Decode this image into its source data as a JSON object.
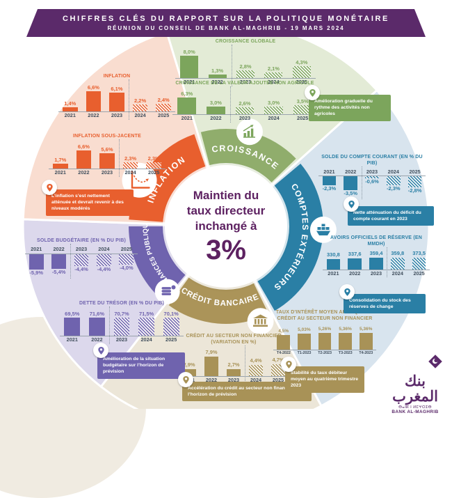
{
  "header": {
    "line1": "CHIFFRES CLÉS DU RAPPORT SUR LA POLITIQUE MONÉTAIRE",
    "line2": "RÉUNION DU CONSEIL DE BANK AL-MAGHRIB - 19 MARS 2024"
  },
  "center": {
    "line1": "Maintien du",
    "line2": "taux directeur",
    "line3": "inchangé à",
    "rate": "3%"
  },
  "sectors": {
    "croissance": {
      "label": "CROISSANCE",
      "color": "#7ca55c",
      "band": "#90ad6c",
      "pale": "#e3ebd6"
    },
    "comptes": {
      "label": "COMPTES EXTÉRIEURS",
      "color": "#2a7fa5",
      "band": "#2a7fa5",
      "pale": "#d8e4ee"
    },
    "credit": {
      "label": "CRÉDIT BANCAIRE",
      "color": "#a89257",
      "band": "#ab9459",
      "pale": "#ece6d8"
    },
    "finances": {
      "label": "FINANCES PUBLIQUES",
      "color": "#6f63ae",
      "band": "#6f63ae",
      "pale": "#dcd8ec"
    },
    "inflation": {
      "label": "INFLATION",
      "color": "#e85f2e",
      "band": "#e85f2e",
      "pale": "#f9ddd0"
    }
  },
  "chart_data": [
    {
      "id": "croissance_globale",
      "type": "bar",
      "direction": "up",
      "title": "CROISSANCE GLOBALE",
      "categories": [
        "2021",
        "2022",
        "2023",
        "2024",
        "2025"
      ],
      "values": [
        8.0,
        1.3,
        2.8,
        2.1,
        4.3
      ],
      "labels": [
        "8,0%",
        "1,3%",
        "2,8%",
        "2,1%",
        "4,3%"
      ],
      "divider_after": 1,
      "max": 8.5,
      "ylabel": "",
      "unit": "%",
      "color": "#7ca55c"
    },
    {
      "id": "va_non_agricole",
      "type": "bar",
      "direction": "up",
      "title": "CROISSANCE DE LA VALEUR AJOUTÉE NON AGRICOLE",
      "categories": [
        "2021",
        "2022",
        "2023",
        "2024",
        "2025"
      ],
      "values": [
        6.3,
        3.0,
        2.6,
        3.0,
        3.5
      ],
      "labels": [
        "6,3%",
        "3,0%",
        "2,6%",
        "3,0%",
        "3,5%"
      ],
      "divider_after": 1,
      "max": 6.8,
      "unit": "%",
      "color": "#7ca55c"
    },
    {
      "id": "inflation",
      "type": "bar",
      "direction": "up",
      "title": "INFLATION",
      "categories": [
        "2021",
        "2022",
        "2023",
        "2024",
        "2025"
      ],
      "values": [
        1.4,
        6.6,
        6.1,
        2.2,
        2.4
      ],
      "labels": [
        "1,4%",
        "6,6%",
        "6,1%",
        "2,2%",
        "2,4%"
      ],
      "divider_after": 2,
      "max": 7.2,
      "unit": "%",
      "color": "#e85f2e"
    },
    {
      "id": "inflation_sous_jacente",
      "type": "bar",
      "direction": "up",
      "title": "INFLATION SOUS-JACENTE",
      "categories": [
        "2021",
        "2022",
        "2023",
        "2024",
        "2025"
      ],
      "values": [
        1.7,
        6.6,
        5.6,
        2.3,
        2.3
      ],
      "labels": [
        "1,7%",
        "6,6%",
        "5,6%",
        "2,3%",
        "2,3%"
      ],
      "divider_after": 2,
      "max": 7.2,
      "unit": "%",
      "color": "#e85f2e"
    },
    {
      "id": "compte_courant",
      "type": "bar",
      "direction": "down",
      "title": "SOLDE DU COMPTE COURANT (EN % DU PIB)",
      "categories": [
        "2021",
        "2022",
        "2023",
        "2024",
        "2025"
      ],
      "values": [
        -2.3,
        -3.5,
        -0.6,
        -2.3,
        -2.8
      ],
      "labels": [
        "-2,3%",
        "-3,5%",
        "-0,6%",
        "-2,3%",
        "-2,8%"
      ],
      "divider_after": 1,
      "max": 3.8,
      "unit": "%",
      "color": "#2a7fa5"
    },
    {
      "id": "avoirs_reserve",
      "type": "bar",
      "direction": "up",
      "title": "AVOIRS OFFICIELS DE RÉSERVE (EN MMDH)",
      "categories": [
        "2021",
        "2022",
        "2023",
        "2024",
        "2025"
      ],
      "values": [
        330.8,
        337.6,
        359.4,
        359.8,
        373.5
      ],
      "labels": [
        "330,8",
        "337,6",
        "359,4",
        "359,8",
        "373,5"
      ],
      "divider_after": 2,
      "max": 385,
      "unit": "MMDH",
      "color": "#2a7fa5"
    },
    {
      "id": "solde_budgetaire",
      "type": "bar",
      "direction": "down",
      "title": "SOLDE BUDGÉTAIRE (EN % DU PIB)",
      "categories": [
        "2021",
        "2022",
        "2023",
        "2024",
        "2025"
      ],
      "values": [
        -5.9,
        -5.4,
        -4.4,
        -4.4,
        -4.0
      ],
      "labels": [
        "-5,9%",
        "-5,4%",
        "-4,4%",
        "-4,4%",
        "-4,0%"
      ],
      "divider_after": 1,
      "max": 6.3,
      "unit": "%",
      "color": "#6f63ae"
    },
    {
      "id": "dette_tresor",
      "type": "bar",
      "direction": "up",
      "title": "DETTE DU TRÉSOR (EN % DU PIB)",
      "categories": [
        "2021",
        "2022",
        "2023",
        "2024",
        "2025"
      ],
      "values": [
        69.5,
        71.6,
        70.7,
        71.5,
        70.1
      ],
      "labels": [
        "69,5%",
        "71,6%",
        "70,7%",
        "71,5%",
        "70,1%"
      ],
      "divider_after": 1,
      "max": 76,
      "unit": "%",
      "color": "#6f63ae"
    },
    {
      "id": "credit_snf",
      "type": "bar",
      "direction": "up",
      "title": "CRÉDIT AU SECTEUR NON FINANCIER (VARIATION EN %)",
      "categories": [
        "2021",
        "2022",
        "2023",
        "2024",
        "2025"
      ],
      "values": [
        2.9,
        7.9,
        2.7,
        4.4,
        4.7
      ],
      "labels": [
        "2,9%",
        "7,9%",
        "2,7%",
        "4,4%",
        "4,7%"
      ],
      "divider_after": 2,
      "max": 8.5,
      "unit": "%",
      "color": "#a89257"
    },
    {
      "id": "taux_interet",
      "type": "bar",
      "direction": "up",
      "title": "TAUX D'INTÉRÊT MOYEN APPLIQUÉ AU CRÉDIT AU SECTEUR NON FINANCIER",
      "categories": [
        "T4-2022",
        "T1-2023",
        "T2-2023",
        "T3-2023",
        "T4-2023"
      ],
      "values": [
        4.5,
        5.03,
        5.26,
        5.36,
        5.36
      ],
      "labels": [
        "4,5%",
        "5,03%",
        "5,26%",
        "5,36%",
        "5,36%"
      ],
      "divider_after": 4,
      "max": 5.7,
      "unit": "%",
      "color": "#a89257"
    }
  ],
  "notes": {
    "croissance": "Amélioration graduelle du rythme des activités non agricoles",
    "inflation": "L’inflation s’est nettement atténuée et devrait revenir à des niveaux modérés",
    "compte_courant": "Nette atténuation du déficit du compte courant en 2023",
    "avoirs": "Consolidation du stock des réserves de change",
    "finances": "Amélioration de la situation budgétaire sur l’horizon de prévision",
    "credit": "Accélération du crédit au secteur non financier sur l’horizon de prévision",
    "taux": "Stabilité du taux débiteur moyen au quatrième trimestre 2023"
  },
  "logo": {
    "arabic": "بنك المغرب",
    "tifinagh": "ⴱⴰⵏⴽ ⵏ ⵍⵎⵖⵔⵉⴱ",
    "latin": "BANK AL-MAGHRIB"
  }
}
